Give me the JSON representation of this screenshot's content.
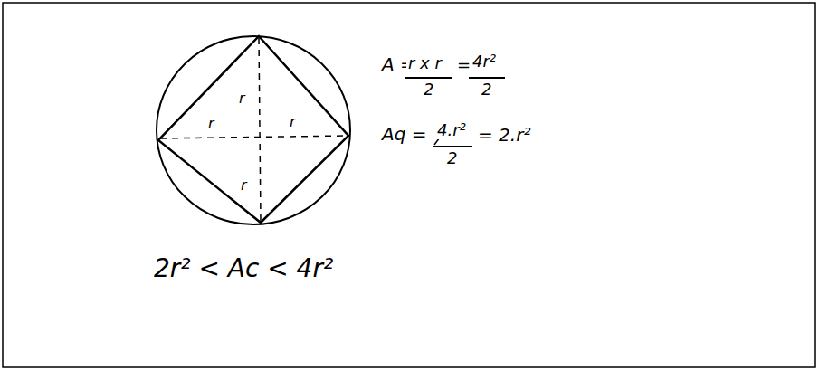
{
  "diagram": {
    "labels": [
      "r",
      "r",
      "r",
      "r",
      "A =",
      "r x r",
      "2",
      "=",
      "4r²",
      "2",
      "Aq =",
      "4.r²",
      "2",
      "= 2.r²",
      "2r² < Ac < 4r²"
    ]
  }
}
